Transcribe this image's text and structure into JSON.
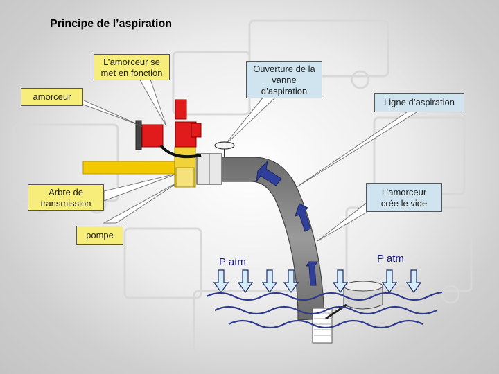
{
  "title": "Principe de l’aspiration",
  "labels": {
    "amorceur_on": [
      "L’amorceur se",
      "met en fonction"
    ],
    "amorceur": "amorceur",
    "vanne": [
      "Ouverture de la",
      "vanne",
      "d’aspiration"
    ],
    "ligne": "Ligne d’aspiration",
    "arbre": [
      "Arbre de",
      "transmission"
    ],
    "vide": [
      "L’amorceur",
      "crée le vide"
    ],
    "pompe": "pompe",
    "patm_left": "P atm",
    "patm_right": "P atm"
  },
  "colors": {
    "yellow_box": "#f7ed7a",
    "blue_box": "#cfe4ee",
    "pipe": "#7c7c7c",
    "primer_red": "#e11b1b",
    "shaft_yellow": "#f2c800",
    "arrow_blue": "#2f3f9a",
    "water_blue": "#2f3a8f"
  }
}
